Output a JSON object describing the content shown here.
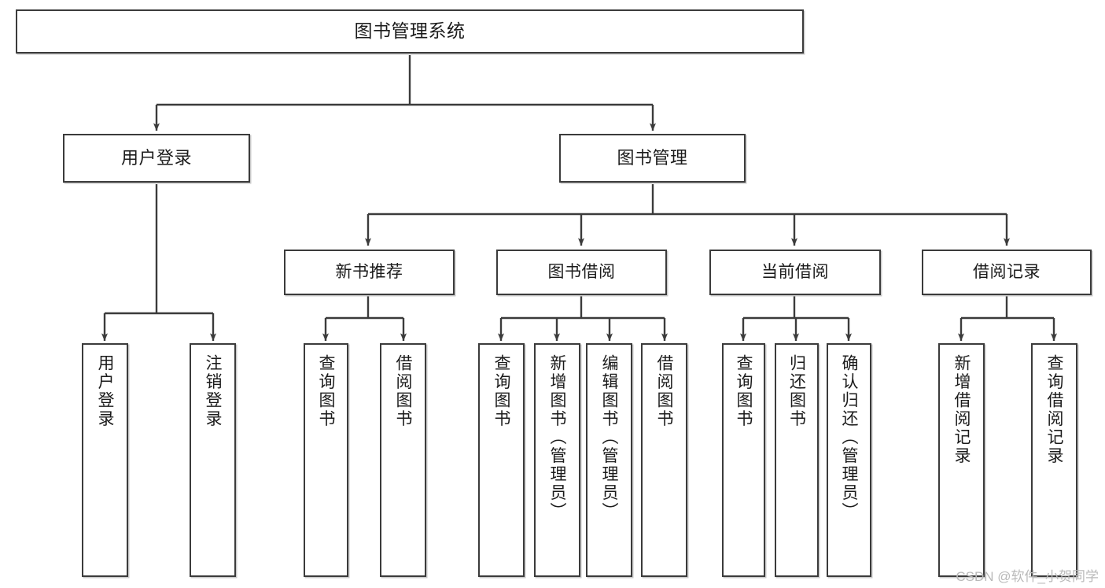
{
  "diagram": {
    "title": "图书管理系统",
    "type": "tree-hierarchy-chart",
    "orientation": "top-down",
    "style": {
      "box_border_color": "#3b3b3b",
      "box_fill_color": "#ffffff",
      "line_color": "#3b3b3b",
      "text_color": "#1b1b1b",
      "background": "#ffffff"
    }
  },
  "watermark": {
    "text": "CSDN @软件_小贺同学",
    "color": "#b9b9b9"
  },
  "nodes": {
    "root": {
      "label": "图书管理系统"
    },
    "level1": [
      {
        "id": "user-login",
        "label": "用户登录"
      },
      {
        "id": "book-manage",
        "label": "图书管理"
      }
    ],
    "level2": [
      {
        "id": "new-book-recommend",
        "label": "新书推荐"
      },
      {
        "id": "book-borrow",
        "label": "图书借阅"
      },
      {
        "id": "current-borrow",
        "label": "当前借阅"
      },
      {
        "id": "borrow-record",
        "label": "借阅记录"
      }
    ],
    "leaves": [
      {
        "id": "leaf-user-login",
        "label": "用户登录",
        "parent": "user-login"
      },
      {
        "id": "leaf-logout-login",
        "label": "注销登录",
        "parent": "user-login"
      },
      {
        "id": "leaf-query-book-1",
        "label": "查询图书",
        "parent": "new-book-recommend"
      },
      {
        "id": "leaf-borrow-book-1",
        "label": "借阅图书",
        "parent": "new-book-recommend"
      },
      {
        "id": "leaf-query-book-2",
        "label": "查询图书",
        "parent": "book-borrow"
      },
      {
        "id": "leaf-add-book",
        "label": "新增图书（管理员）",
        "parent": "book-borrow"
      },
      {
        "id": "leaf-edit-book",
        "label": "编辑图书（管理员）",
        "parent": "book-borrow"
      },
      {
        "id": "leaf-borrow-book-2",
        "label": "借阅图书",
        "parent": "book-borrow"
      },
      {
        "id": "leaf-query-book-3",
        "label": "查询图书",
        "parent": "current-borrow"
      },
      {
        "id": "leaf-return-book",
        "label": "归还图书",
        "parent": "current-borrow"
      },
      {
        "id": "leaf-confirm-return",
        "label": "确认归还（管理员）",
        "parent": "current-borrow"
      },
      {
        "id": "leaf-add-record",
        "label": "新增借阅记录",
        "parent": "borrow-record"
      },
      {
        "id": "leaf-query-record",
        "label": "查询借阅记录",
        "parent": "borrow-record"
      }
    ]
  }
}
